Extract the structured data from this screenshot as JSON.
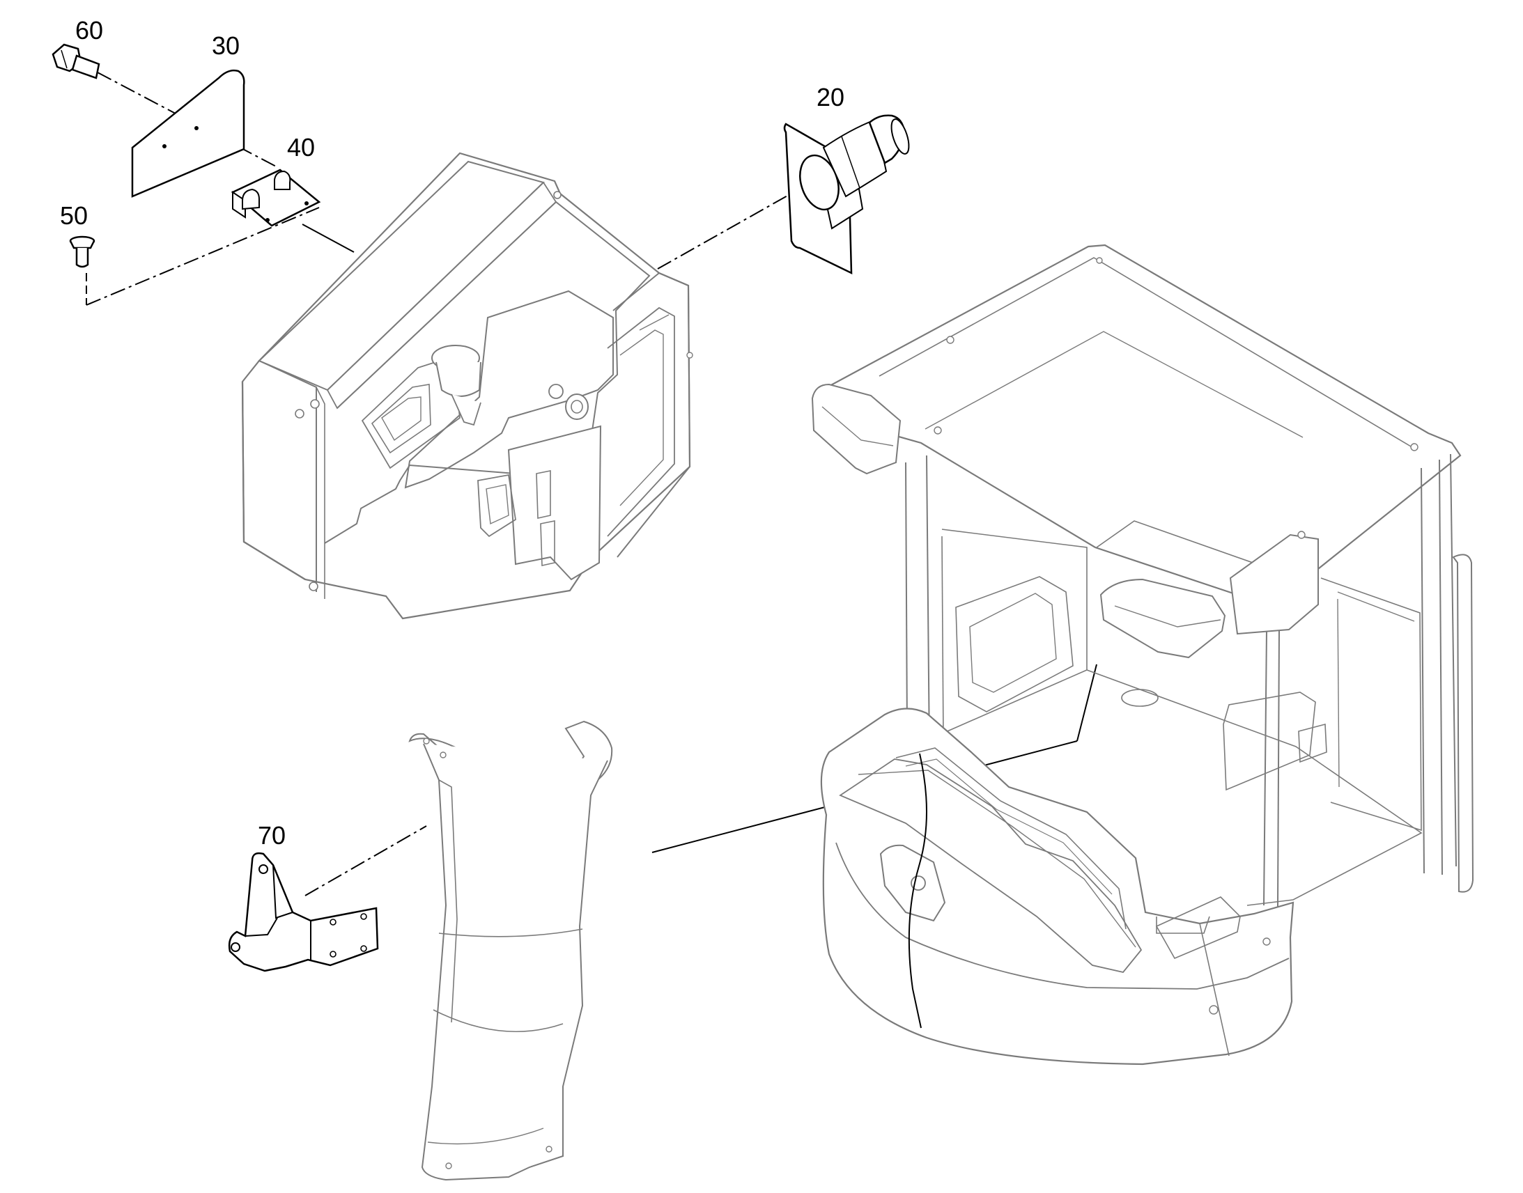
{
  "diagram": {
    "callouts": [
      {
        "id": "60",
        "label": "60"
      },
      {
        "id": "30",
        "label": "30"
      },
      {
        "id": "40",
        "label": "40"
      },
      {
        "id": "50",
        "label": "50"
      },
      {
        "id": "20",
        "label": "20"
      },
      {
        "id": "70",
        "label": "70"
      }
    ],
    "colors": {
      "outline": "#000000",
      "part_outline": "#7a7a7a",
      "background": "#ffffff"
    }
  }
}
